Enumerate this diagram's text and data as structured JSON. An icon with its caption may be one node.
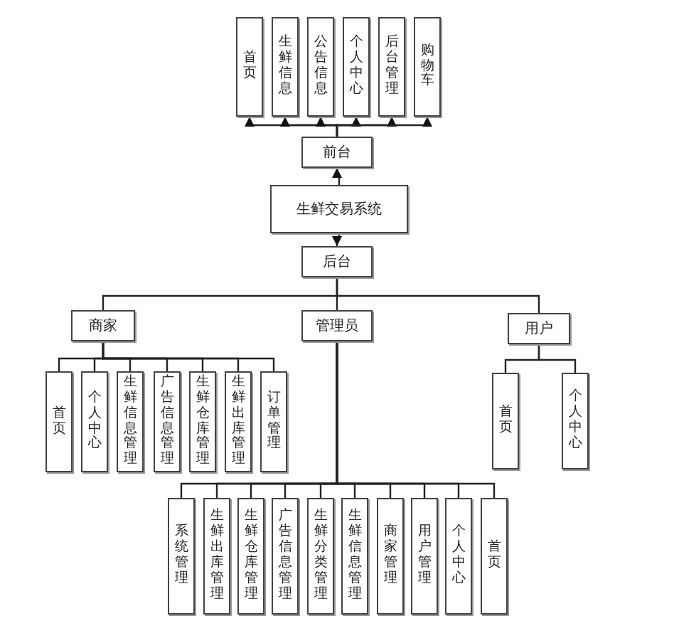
{
  "diagram": {
    "nodes": [
      {
        "text": [
          "首页"
        ]
      },
      {
        "text": [
          "生鲜信息"
        ]
      },
      {
        "text": [
          "公告信息"
        ]
      },
      {
        "text": [
          "个人中心"
        ]
      },
      {
        "text": [
          "后台管理"
        ]
      },
      {
        "text": [
          "购物车"
        ]
      },
      {
        "text": [
          "前台"
        ]
      },
      {
        "text": [
          "生鲜交易系统"
        ]
      },
      {
        "text": [
          "后台"
        ]
      },
      {
        "text": [
          "商家"
        ]
      },
      {
        "text": [
          "管理员"
        ]
      },
      {
        "text": [
          "用户"
        ]
      },
      {
        "text": [
          "首页"
        ]
      },
      {
        "text": [
          "个人中心"
        ]
      },
      {
        "text": [
          "生鲜信息管理"
        ]
      },
      {
        "text": [
          "广告信息管理"
        ]
      },
      {
        "text": [
          "生鲜仓库管理"
        ]
      },
      {
        "text": [
          "生鲜出库管理"
        ]
      },
      {
        "text": [
          "订单管理"
        ]
      },
      {
        "text": [
          "系统管理"
        ]
      },
      {
        "text": [
          "生鲜出库管理"
        ]
      },
      {
        "text": [
          "生鲜仓库管理"
        ]
      },
      {
        "text": [
          "广告信息管理"
        ]
      },
      {
        "text": [
          "生鲜分类管理"
        ]
      },
      {
        "text": [
          "生鲜信息管理"
        ]
      },
      {
        "text": [
          "商家管理"
        ]
      },
      {
        "text": [
          "用户管理"
        ]
      },
      {
        "text": [
          "个人中心"
        ]
      },
      {
        "text": [
          "首页"
        ]
      },
      {
        "text": [
          "首页"
        ]
      },
      {
        "text": [
          "个人中心"
        ]
      }
    ],
    "edges": [
      {
        "from": 6,
        "to": 0,
        "arrow": "to"
      },
      {
        "from": 6,
        "to": 1,
        "arrow": "to"
      },
      {
        "from": 6,
        "to": 2,
        "arrow": "to"
      },
      {
        "from": 6,
        "to": 3,
        "arrow": "to"
      },
      {
        "from": 6,
        "to": 4,
        "arrow": "to"
      },
      {
        "from": 6,
        "to": 5,
        "arrow": "to"
      },
      {
        "from": 7,
        "to": 6,
        "arrow": "to"
      },
      {
        "from": 7,
        "to": 8,
        "arrow": "to"
      },
      {
        "from": 8,
        "to": 9,
        "arrow": "none"
      },
      {
        "from": 8,
        "to": 10,
        "arrow": "none"
      },
      {
        "from": 8,
        "to": 11,
        "arrow": "none"
      },
      {
        "from": 9,
        "to": 12,
        "arrow": "none"
      },
      {
        "from": 9,
        "to": 13,
        "arrow": "none"
      },
      {
        "from": 9,
        "to": 14,
        "arrow": "none"
      },
      {
        "from": 9,
        "to": 15,
        "arrow": "none"
      },
      {
        "from": 9,
        "to": 16,
        "arrow": "none"
      },
      {
        "from": 9,
        "to": 17,
        "arrow": "none"
      },
      {
        "from": 9,
        "to": 18,
        "arrow": "none"
      },
      {
        "from": 10,
        "to": 19,
        "arrow": "none"
      },
      {
        "from": 10,
        "to": 20,
        "arrow": "none"
      },
      {
        "from": 10,
        "to": 21,
        "arrow": "none"
      },
      {
        "from": 10,
        "to": 22,
        "arrow": "none"
      },
      {
        "from": 10,
        "to": 23,
        "arrow": "none"
      },
      {
        "from": 10,
        "to": 24,
        "arrow": "none"
      },
      {
        "from": 10,
        "to": 25,
        "arrow": "none"
      },
      {
        "from": 10,
        "to": 26,
        "arrow": "none"
      },
      {
        "from": 10,
        "to": 27,
        "arrow": "none"
      },
      {
        "from": 10,
        "to": 28,
        "arrow": "none"
      },
      {
        "from": 11,
        "to": 29,
        "arrow": "none"
      },
      {
        "from": 11,
        "to": 30,
        "arrow": "none"
      }
    ]
  }
}
